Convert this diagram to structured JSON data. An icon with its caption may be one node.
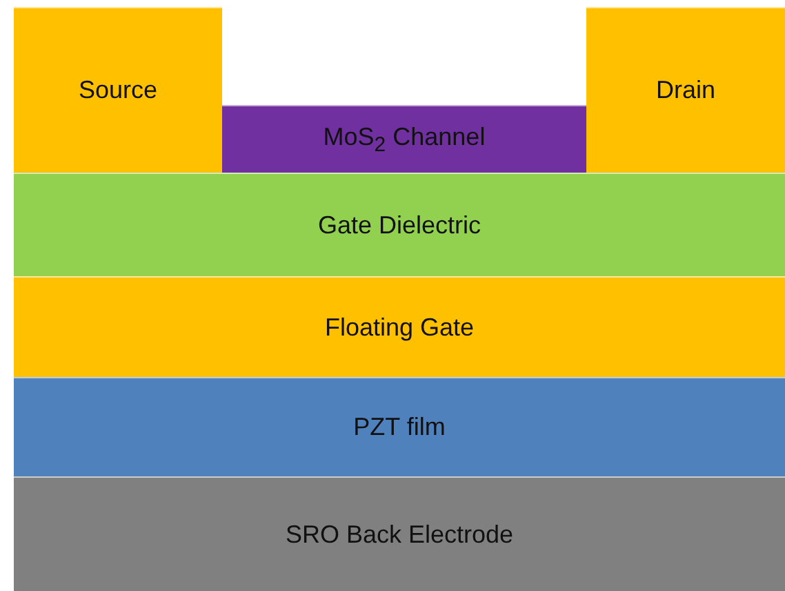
{
  "diagram": {
    "nodes": [
      {
        "text": [
          "Source"
        ]
      },
      {
        "text": [
          "Drain"
        ]
      },
      {
        "text": [
          "MoS$_{2}$ Channel"
        ]
      },
      {
        "text": [
          "Gate Dielectric"
        ]
      },
      {
        "text": [
          "Floating Gate"
        ]
      },
      {
        "text": [
          "PZT film"
        ]
      },
      {
        "text": [
          "SRO Back Electrode"
        ]
      }
    ]
  }
}
